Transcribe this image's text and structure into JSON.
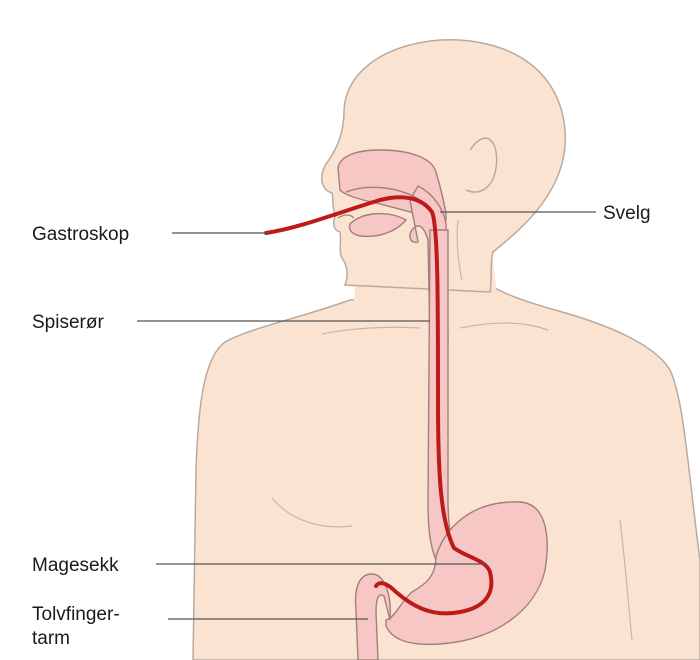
{
  "labels": {
    "gastroskop": "Gastroskop",
    "svelg": "Svelg",
    "spiseror": "Spiserør",
    "magesekk": "Magesekk",
    "tolvfinger_line1": "Tolvfinger-",
    "tolvfinger_line2": "tarm"
  },
  "colors": {
    "skin": "#fbe3d1",
    "skin_outline": "#b9aaa0",
    "organ": "#f6c7c5",
    "organ_outline": "#a37e7b",
    "scope": "#bf1a1a",
    "leader": "#555555"
  }
}
